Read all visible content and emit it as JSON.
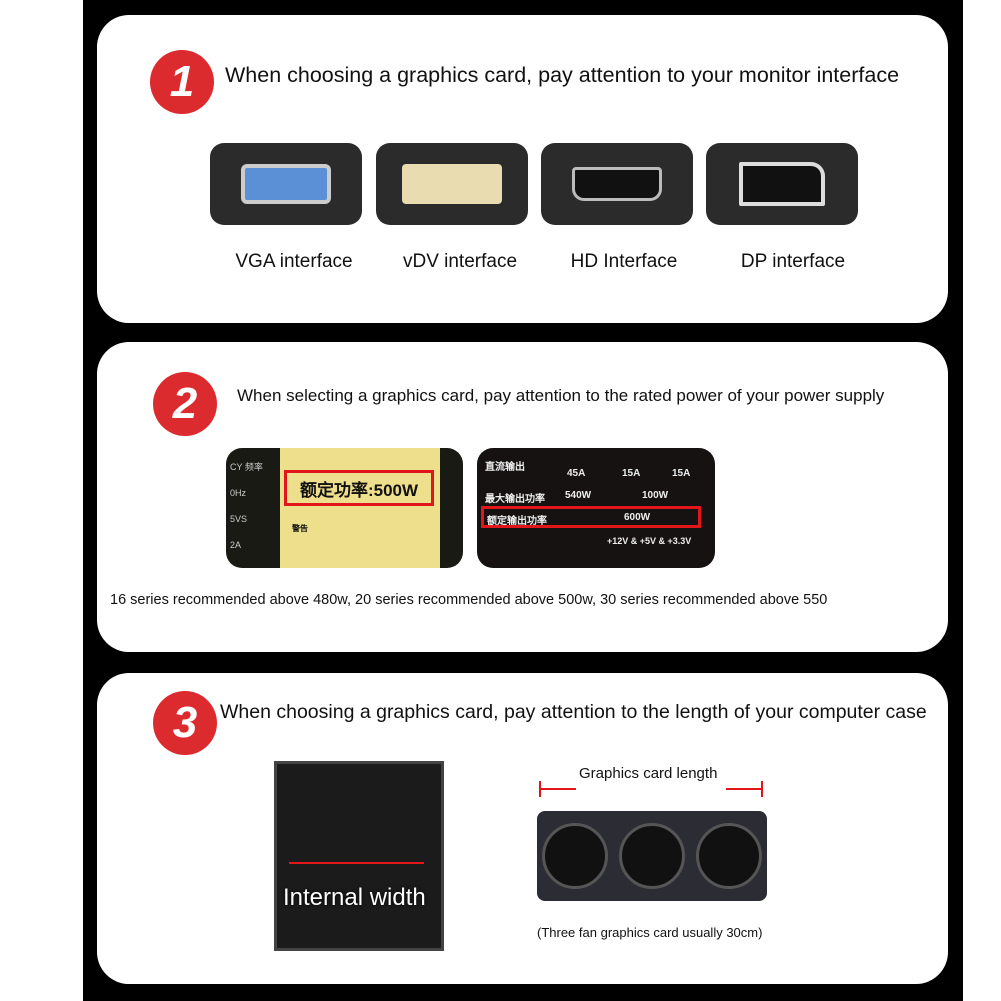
{
  "sections": [
    {
      "number": "1",
      "title": "When choosing a graphics card, pay attention to your monitor interface",
      "interfaces": [
        "VGA interface",
        "vDV interface",
        "HD Interface",
        "DP interface"
      ]
    },
    {
      "number": "2",
      "title": "When selecting a graphics card, pay attention to the rated power of your power supply",
      "label_left": {
        "rated": "额定功率:500W",
        "side": [
          "CY 频率",
          "0Hz",
          "5VS",
          "2A"
        ],
        "warning": "警告"
      },
      "label_right": {
        "rows": [
          [
            "直流输出",
            "45A",
            "15A",
            "15A"
          ],
          [
            "最大输出功率",
            "540W",
            "100W",
            ""
          ],
          [
            "额定输出功率",
            "600W",
            "",
            ""
          ]
        ],
        "footer": "+12V & +5V & +3.3V"
      },
      "note": "16 series recommended above 480w, 20 series recommended above 500w, 30 series recommended above 550"
    },
    {
      "number": "3",
      "title": "When choosing a graphics card, pay attention to the length of your computer case",
      "case_label": "Internal width",
      "card_label": "Graphics card length",
      "card_note": "(Three fan graphics card usually 30cm)"
    }
  ],
  "colors": {
    "accent": "#dc2b2e",
    "panel": "#ffffff",
    "background": "#000000"
  }
}
